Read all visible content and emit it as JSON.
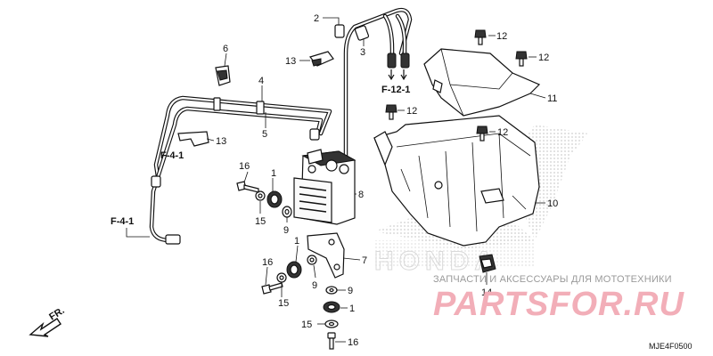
{
  "diagram_code": "MJE4F0500",
  "orientation": "FR.",
  "brand_watermark": "HONDA",
  "watermark": {
    "tagline": "ЗАПЧАСТИ И АКСЕССУАРЫ ДЛЯ МОТОТЕХНИКИ",
    "logo": "PARTSFOR.RU"
  },
  "references": [
    {
      "id": "ref-f41-upper",
      "label": "F-4-1"
    },
    {
      "id": "ref-f41-lower",
      "label": "F-4-1"
    },
    {
      "id": "ref-f121",
      "label": "F-12-1"
    }
  ],
  "callouts": [
    {
      "id": "c1a",
      "label": "1"
    },
    {
      "id": "c1b",
      "label": "1"
    },
    {
      "id": "c1c",
      "label": "1"
    },
    {
      "id": "c2",
      "label": "2"
    },
    {
      "id": "c3",
      "label": "3"
    },
    {
      "id": "c4",
      "label": "4"
    },
    {
      "id": "c5",
      "label": "5"
    },
    {
      "id": "c6",
      "label": "6"
    },
    {
      "id": "c7",
      "label": "7"
    },
    {
      "id": "c8",
      "label": "8"
    },
    {
      "id": "c9a",
      "label": "9"
    },
    {
      "id": "c9b",
      "label": "9"
    },
    {
      "id": "c9c",
      "label": "9"
    },
    {
      "id": "c10",
      "label": "10"
    },
    {
      "id": "c11",
      "label": "11"
    },
    {
      "id": "c12a",
      "label": "12"
    },
    {
      "id": "c12b",
      "label": "12"
    },
    {
      "id": "c12c",
      "label": "12"
    },
    {
      "id": "c12d",
      "label": "12"
    },
    {
      "id": "c13a",
      "label": "13"
    },
    {
      "id": "c13b",
      "label": "13"
    },
    {
      "id": "c14",
      "label": "14"
    },
    {
      "id": "c15a",
      "label": "15"
    },
    {
      "id": "c15b",
      "label": "15"
    },
    {
      "id": "c15c",
      "label": "15"
    },
    {
      "id": "c16a",
      "label": "16"
    },
    {
      "id": "c16b",
      "label": "16"
    },
    {
      "id": "c16c",
      "label": "16"
    }
  ]
}
